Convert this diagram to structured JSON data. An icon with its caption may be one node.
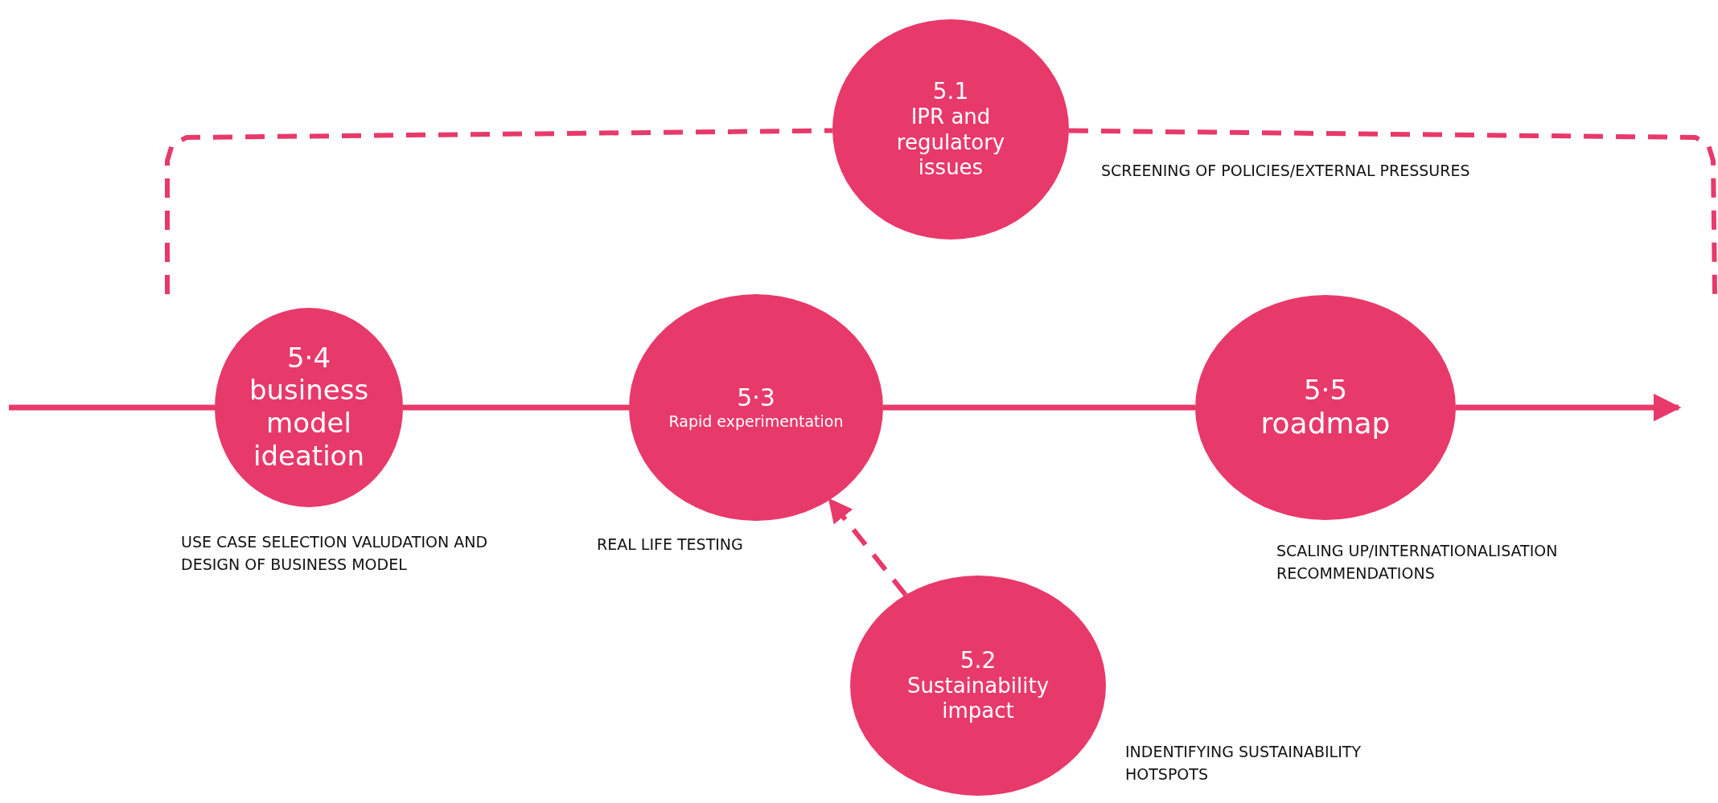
{
  "diagram": {
    "nodes": [
      {
        "text": [
          "5.1",
          "IPR and regulatory issues"
        ],
        "beside": [
          "SCREENING OF POLICIES/EXTERNAL PRESSURES"
        ]
      },
      {
        "text": [
          "5·4",
          "business model ideation"
        ],
        "beside": [
          "USE CASE SELECTION VALUDATION AND DESIGN OF BUSINESS MODEL"
        ]
      },
      {
        "text": [
          "5·3",
          "Rapid experimentation"
        ],
        "beside": [
          "REAL LIFE TESTING"
        ]
      },
      {
        "text": [
          "5·5",
          "roadmap"
        ],
        "beside": [
          "SCALING UP/INTERNATIONALISATION RECOMMENDATIONS"
        ]
      },
      {
        "text": [
          "5.2",
          "Sustainability impact"
        ],
        "beside": [
          "INDENTIFYING SUSTAINABILITY HOTSPOTS"
        ]
      }
    ],
    "edges": [
      {
        "from": null,
        "to": 1,
        "arrow": "none"
      },
      {
        "from": 1,
        "to": 2,
        "arrow": "none"
      },
      {
        "from": 2,
        "to": 3,
        "arrow": "none"
      },
      {
        "from": 3,
        "to": null,
        "arrow": "to"
      },
      {
        "from": 4,
        "to": 2,
        "arrow": "to",
        "style": "dashed"
      },
      {
        "from": null,
        "to": 0,
        "arrow": "none",
        "style": "dashed"
      },
      {
        "from": 0,
        "to": null,
        "arrow": "none",
        "style": "dashed"
      }
    ]
  }
}
